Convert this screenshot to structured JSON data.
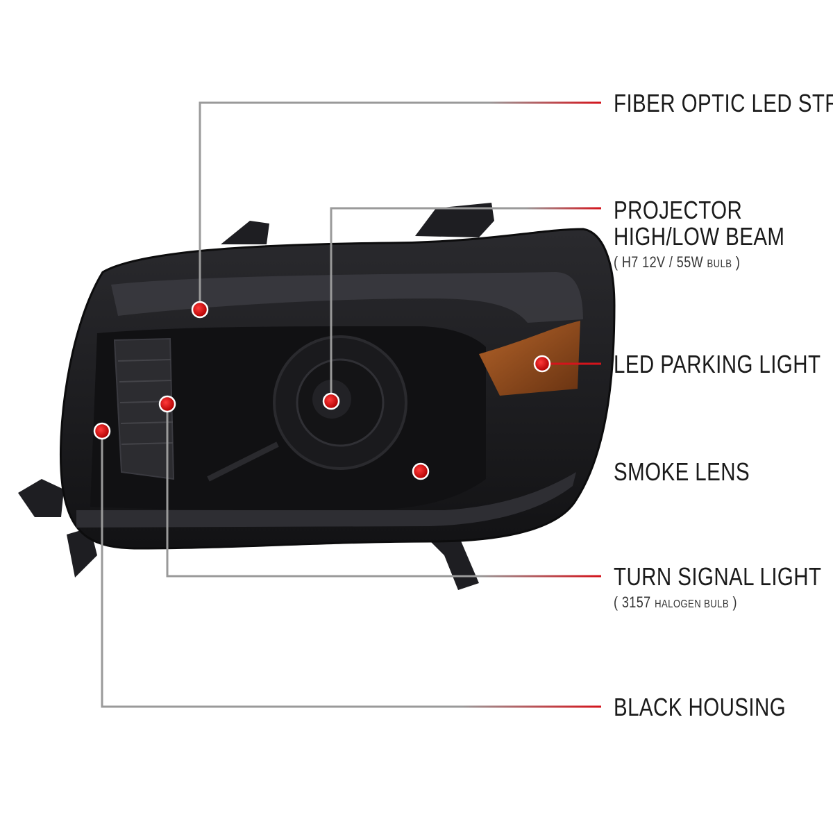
{
  "colors": {
    "accent_red": "#d4141c",
    "leader_gray": "#9a9a9a",
    "housing": "#1c1c1f",
    "amber": "#a0521a"
  },
  "callouts": [
    {
      "id": "fiber",
      "title": "FIBER OPTIC LED STRIPS"
    },
    {
      "id": "projector",
      "title_line1": "PROJECTOR",
      "title_line2": "HIGH/LOW BEAM",
      "spec_open": "(",
      "spec_bulb": "H7",
      "spec_volt": "12V / 55W",
      "spec_suffix": "BULB",
      "spec_close": ")"
    },
    {
      "id": "parking",
      "title": "LED PARKING LIGHT"
    },
    {
      "id": "smoke",
      "title": "SMOKE LENS"
    },
    {
      "id": "turn",
      "title": "TURN SIGNAL LIGHT",
      "spec_open": "(",
      "spec_bulb": "3157",
      "spec_suffix": "HALOGEN BULB",
      "spec_close": ")"
    },
    {
      "id": "housing",
      "title": "BLACK HOUSING"
    }
  ]
}
